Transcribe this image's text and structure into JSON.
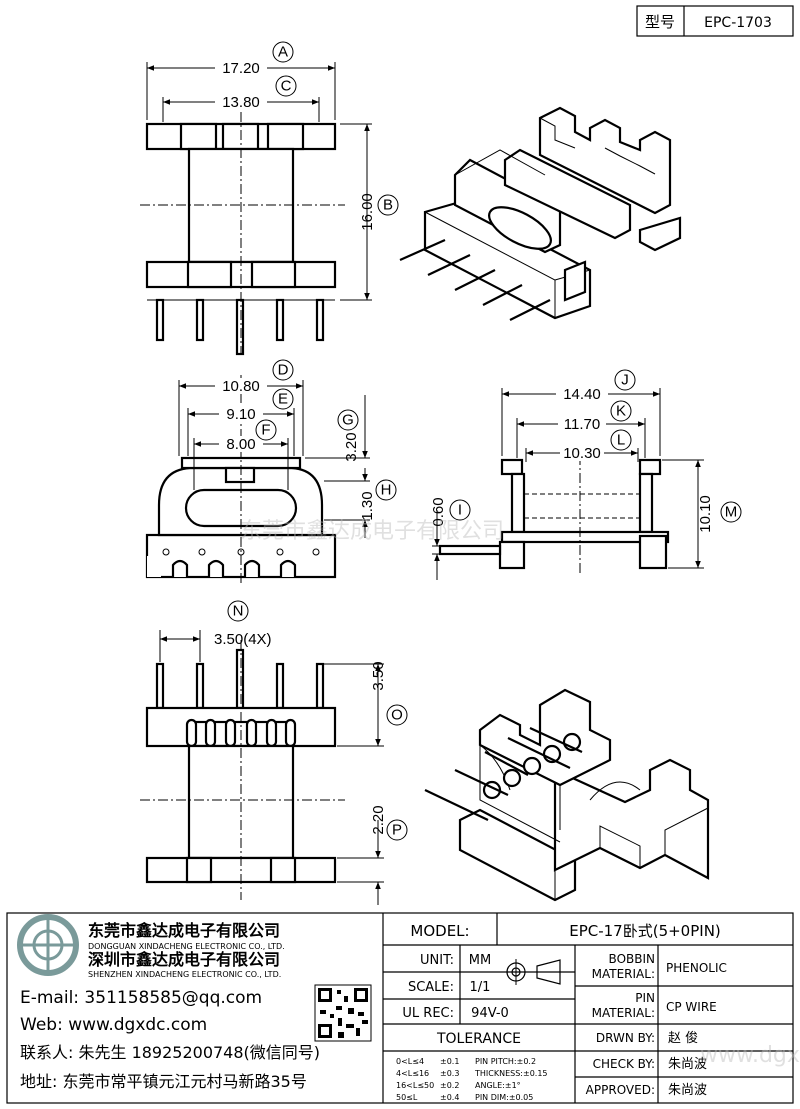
{
  "header": {
    "model_label": "型号",
    "model_value": "EPC-1703"
  },
  "dimensions": {
    "front": {
      "a": "17.20",
      "c": "13.80",
      "b": "16.00"
    },
    "side": {
      "d": "10.80",
      "e": "9.10",
      "f": "8.00",
      "g": "3.20",
      "h": "1.30"
    },
    "right": {
      "j": "14.40",
      "k": "11.70",
      "l": "10.30",
      "i": "0.60",
      "m": "10.10"
    },
    "bottom": {
      "n": "3.50(4X)",
      "o": "3.50",
      "p": "2.20"
    }
  },
  "letters": {
    "a": "A",
    "b": "B",
    "c": "C",
    "d": "D",
    "e": "E",
    "f": "F",
    "g": "G",
    "h": "H",
    "i": "I",
    "j": "J",
    "k": "K",
    "l": "L",
    "m": "M",
    "n": "N",
    "o": "O",
    "p": "P"
  },
  "watermark": "东莞市鑫达成电子有限公司",
  "company": {
    "name_cn_1": "东莞市鑫达成电子有限公司",
    "name_en_1": "DONGGUAN XINDACHENG ELECTRONIC CO., LTD.",
    "name_cn_2": "深圳市鑫达成电子有限公司",
    "name_en_2": "SHENZHEN XINDACHENG ELECTRONIC CO., LTD.",
    "email": "E-mail: 351158585@qq.com",
    "web": "Web: www.dgxdc.com",
    "contact": "联系人: 朱先生 18925200748(微信同号)",
    "address": "地址: 东莞市常平镇元江元村马新路35号"
  },
  "title_block": {
    "model_label": "MODEL:",
    "model_value": "EPC-17卧式(5+0PIN)",
    "unit_label": "UNIT:",
    "unit_value": "MM",
    "scale_label": "SCALE:",
    "scale_value": "1/1",
    "ulrec_label": "UL REC:",
    "ulrec_value": "94V-0",
    "tolerance_label": "TOLERANCE",
    "bobbin_label_1": "BOBBIN",
    "bobbin_label_2": "MATERIAL:",
    "bobbin_value": "PHENOLIC",
    "pin_label_1": "PIN",
    "pin_label_2": "MATERIAL:",
    "pin_value": "CP WIRE",
    "drawn_label": "DRWN BY:",
    "drawn_value": "赵 俊",
    "check_label": "CHECK BY:",
    "check_value": "朱尚波",
    "approved_label": "APPROVED:",
    "approved_value": "朱尚波",
    "tol": [
      [
        "0<L≤4",
        "±0.1",
        "PIN PITCH:±0.2"
      ],
      [
        "4<L≤16",
        "±0.3",
        "THICKNESS:±0.15"
      ],
      [
        "16<L≤50",
        "±0.2",
        "ANGLE:±1°"
      ],
      [
        "50≤L",
        "±0.4",
        "PIN DIM:±0.05"
      ]
    ],
    "site_watermark": "www.dgxdc.com"
  }
}
